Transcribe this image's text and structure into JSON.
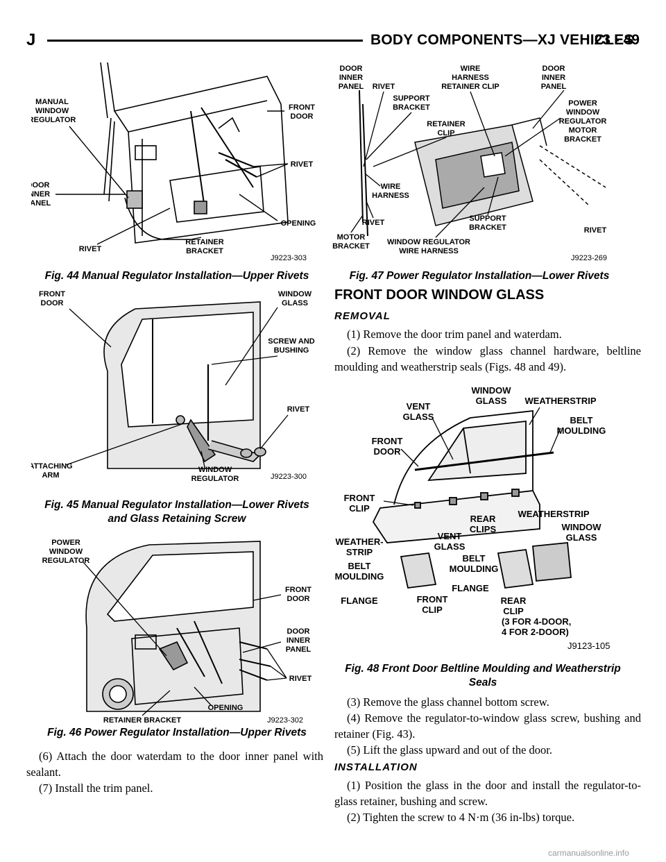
{
  "header": {
    "chapter_letter": "J",
    "section_title": "BODY COMPONENTS—XJ VEHICLES",
    "page_number": "23 - 49"
  },
  "fig44": {
    "caption": "Fig. 44 Manual Regulator Installation—Upper Rivets",
    "code": "J9223-303",
    "labels": {
      "manual_window_regulator": [
        "MANUAL",
        "WINDOW",
        "REGULATOR"
      ],
      "door_inner_panel": [
        "DOOR",
        "INNER",
        "PANEL"
      ],
      "rivet_bottom": "RIVET",
      "retainer_bracket": [
        "RETAINER",
        "BRACKET"
      ],
      "front_door": [
        "FRONT",
        "DOOR"
      ],
      "rivet_right": "RIVET",
      "opening": "OPENING"
    }
  },
  "fig45": {
    "caption_line1": "Fig. 45 Manual Regulator Installation—Lower Rivets",
    "caption_line2": "and Glass Retaining Screw",
    "code": "J9223-300",
    "labels": {
      "front_door": [
        "FRONT",
        "DOOR"
      ],
      "window_glass": [
        "WINDOW",
        "GLASS"
      ],
      "screw_and_bushing": [
        "SCREW AND",
        "BUSHING"
      ],
      "rivet": "RIVET",
      "attaching_arm": [
        "ATTACHING",
        "ARM"
      ],
      "window_regulator": [
        "WINDOW",
        "REGULATOR"
      ]
    }
  },
  "fig46": {
    "caption": "Fig. 46 Power Regulator Installation—Upper Rivets",
    "code": "J9223-302",
    "labels": {
      "power_window_regulator": [
        "POWER",
        "WINDOW",
        "REGULATOR"
      ],
      "front_door": [
        "FRONT",
        "DOOR"
      ],
      "door_inner_panel": [
        "DOOR",
        "INNER",
        "PANEL"
      ],
      "rivet": "RIVET",
      "opening": "OPENING",
      "retainer_bracket": "RETAINER BRACKET"
    }
  },
  "fig47": {
    "caption": "Fig. 47 Power Regulator Installation—Lower Rivets",
    "code": "J9223-269",
    "labels": {
      "door_inner_panel_left": [
        "DOOR",
        "INNER",
        "PANEL"
      ],
      "rivet_top": "RIVET",
      "support_bracket_top": [
        "SUPPORT",
        "BRACKET"
      ],
      "wire_harness_retainer_clip": [
        "WIRE",
        "HARNESS",
        "RETAINER CLIP"
      ],
      "retainer_clip": [
        "RETAINER",
        "CLIP"
      ],
      "door_inner_panel_right": [
        "DOOR",
        "INNER",
        "PANEL"
      ],
      "power_window_regulator_motor_bracket": [
        "POWER",
        "WINDOW",
        "REGULATOR",
        "MOTOR",
        "BRACKET"
      ],
      "wire_harness": [
        "WIRE",
        "HARNESS"
      ],
      "rivet_mid": "RIVET",
      "motor_bracket": [
        "MOTOR",
        "BRACKET"
      ],
      "support_bracket_bottom": [
        "SUPPORT",
        "BRACKET"
      ],
      "window_regulator_wire_harness": [
        "WINDOW REGULATOR",
        "WIRE HARNESS"
      ],
      "rivet_right": "RIVET"
    }
  },
  "fig48": {
    "caption_line1": "Fig. 48 Front Door Beltline Moulding and Weatherstrip",
    "caption_line2": "Seals",
    "code": "J9123-105",
    "labels": {
      "window_glass_top": [
        "WINDOW",
        "GLASS"
      ],
      "vent_glass_top": [
        "VENT",
        "GLASS"
      ],
      "weatherstrip_top": "WEATHERSTRIP",
      "belt_moulding_top": [
        "BELT",
        "MOULDING"
      ],
      "front_door": [
        "FRONT",
        "DOOR"
      ],
      "front_clip_top": [
        "FRONT",
        "CLIP"
      ],
      "rear_clips": [
        "REAR",
        "CLIPS"
      ],
      "weatherstrip_mid": "WEATHERSTRIP",
      "window_glass_mid": [
        "WINDOW",
        "GLASS"
      ],
      "weather_strip": [
        "WEATHER-",
        "STRIP"
      ],
      "vent_glass_mid": [
        "VENT",
        "GLASS"
      ],
      "belt_moulding_left": [
        "BELT",
        "MOULDING"
      ],
      "belt_moulding_mid": [
        "BELT",
        "MOULDING"
      ],
      "flange_left": "FLANGE",
      "front_clip_bottom": [
        "FRONT",
        "CLIP"
      ],
      "flange_mid": "FLANGE",
      "rear_clip": [
        "REAR",
        "CLIP"
      ],
      "rear_clip_note": [
        "(3 FOR 4-DOOR,",
        "4 FOR 2-DOOR)"
      ]
    }
  },
  "section": {
    "title": "FRONT DOOR WINDOW GLASS",
    "removal_title": "REMOVAL",
    "removal_steps_a": [
      "(1) Remove the door trim panel and waterdam.",
      "(2) Remove the window glass channel hardware, beltline moulding and weatherstrip seals (Figs. 48 and 49)."
    ],
    "removal_steps_b": [
      "(3) Remove the glass channel bottom screw.",
      "(4) Remove the regulator-to-window glass screw, bushing and retainer (Fig. 43).",
      "(5) Lift the glass upward and out of the door."
    ],
    "installation_title": "INSTALLATION",
    "installation_steps": [
      "(1) Position the glass in the door and install the regulator-to-glass retainer, bushing and screw.",
      "(2) Tighten the screw to 4 N·m (36 in-lbs) torque."
    ]
  },
  "left_column_steps": [
    "(6) Attach the door waterdam to the door inner panel with sealant.",
    "(7) Install the trim panel."
  ],
  "watermark": "carmanualsonline.info"
}
